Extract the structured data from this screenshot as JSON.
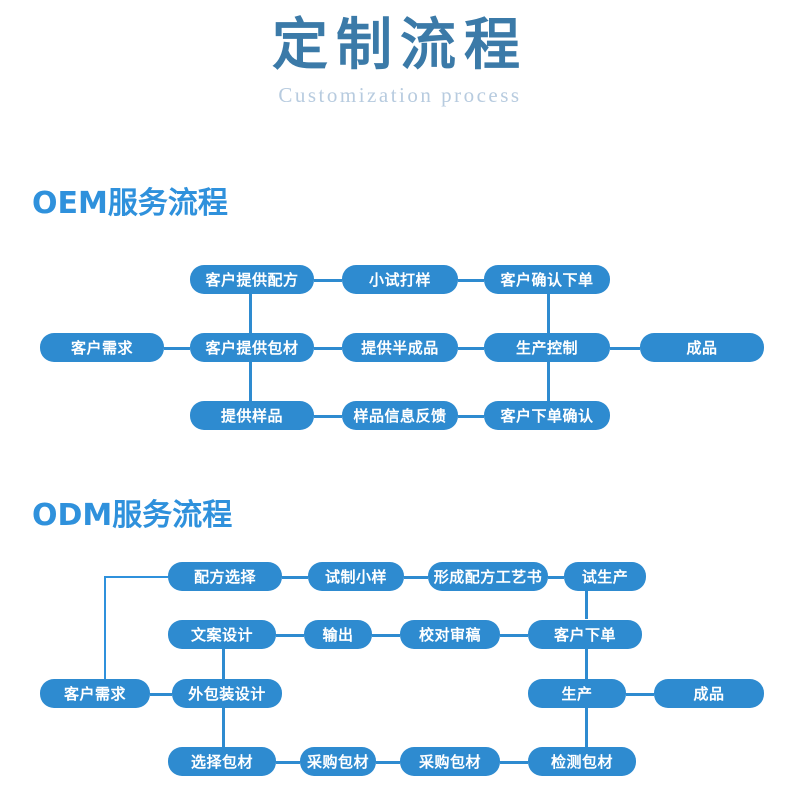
{
  "header": {
    "title": "定制流程",
    "subtitle": "Customization process"
  },
  "colors": {
    "title": "#3B7AA8",
    "subtitle": "#B7CBDF",
    "heading": "#2F91DC",
    "node_fill": "#2E8BD0",
    "node_text": "#FFFFFF",
    "connector": "#2E8BD0",
    "background": "#FFFFFF"
  },
  "sections": [
    {
      "id": "oem",
      "heading": "OEM服务流程",
      "nodes": [
        {
          "id": "oem-n1",
          "label": "客户提供配方",
          "row": 1,
          "col": 2
        },
        {
          "id": "oem-n2",
          "label": "小试打样",
          "row": 1,
          "col": 3
        },
        {
          "id": "oem-n3",
          "label": "客户确认下单",
          "row": 1,
          "col": 4
        },
        {
          "id": "oem-n4",
          "label": "客户需求",
          "row": 2,
          "col": 1
        },
        {
          "id": "oem-n5",
          "label": "客户提供包材",
          "row": 2,
          "col": 2
        },
        {
          "id": "oem-n6",
          "label": "提供半成品",
          "row": 2,
          "col": 3
        },
        {
          "id": "oem-n7",
          "label": "生产控制",
          "row": 2,
          "col": 4
        },
        {
          "id": "oem-n8",
          "label": "成品",
          "row": 2,
          "col": 5
        },
        {
          "id": "oem-n9",
          "label": "提供样品",
          "row": 3,
          "col": 2
        },
        {
          "id": "oem-n10",
          "label": "样品信息反馈",
          "row": 3,
          "col": 3
        },
        {
          "id": "oem-n11",
          "label": "客户下单确认",
          "row": 3,
          "col": 4
        }
      ]
    },
    {
      "id": "odm",
      "heading": "ODM服务流程",
      "nodes": [
        {
          "id": "odm-n1",
          "label": "配方选择",
          "row": 1,
          "col": 2
        },
        {
          "id": "odm-n2",
          "label": "试制小样",
          "row": 1,
          "col": 3
        },
        {
          "id": "odm-n3",
          "label": "形成配方工艺书",
          "row": 1,
          "col": 4
        },
        {
          "id": "odm-n4",
          "label": "试生产",
          "row": 1,
          "col": 5
        },
        {
          "id": "odm-n5",
          "label": "文案设计",
          "row": 2,
          "col": 2
        },
        {
          "id": "odm-n6",
          "label": "输出",
          "row": 2,
          "col": 3
        },
        {
          "id": "odm-n7",
          "label": "校对审稿",
          "row": 2,
          "col": 4
        },
        {
          "id": "odm-n8",
          "label": "客户下单",
          "row": 2,
          "col": 5
        },
        {
          "id": "odm-n9",
          "label": "客户需求",
          "row": 3,
          "col": 1
        },
        {
          "id": "odm-n10",
          "label": "外包装设计",
          "row": 3,
          "col": 2
        },
        {
          "id": "odm-n11",
          "label": "生产",
          "row": 3,
          "col": 5
        },
        {
          "id": "odm-n12",
          "label": "成品",
          "row": 3,
          "col": 6
        },
        {
          "id": "odm-n13",
          "label": "选择包材",
          "row": 4,
          "col": 2
        },
        {
          "id": "odm-n14",
          "label": "采购包材",
          "row": 4,
          "col": 3
        },
        {
          "id": "odm-n15",
          "label": "采购包材",
          "row": 4,
          "col": 4
        },
        {
          "id": "odm-n16",
          "label": "检测包材",
          "row": 4,
          "col": 5
        }
      ]
    }
  ]
}
